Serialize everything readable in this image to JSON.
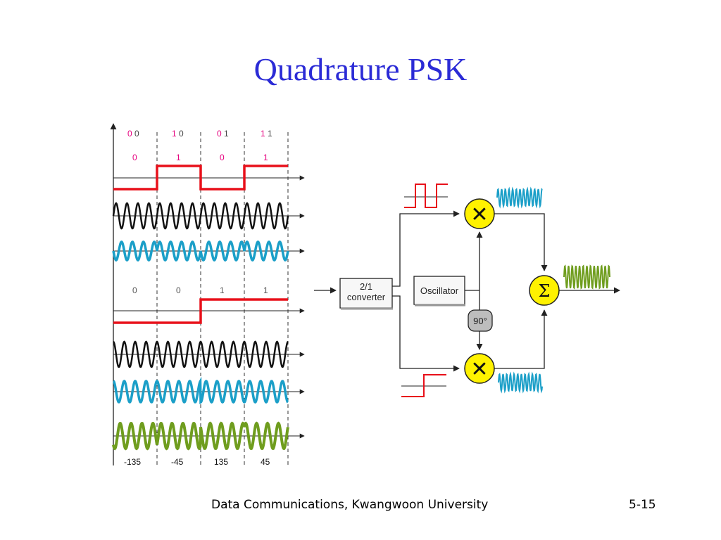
{
  "slide": {
    "title": "Quadrature PSK",
    "footer": "Data Communications, Kwangwoon University",
    "page": "5-15"
  },
  "waveform": {
    "dibits": [
      {
        "first": "0",
        "second": "0"
      },
      {
        "first": "1",
        "second": "0"
      },
      {
        "first": "0",
        "second": "1"
      },
      {
        "first": "1",
        "second": "1"
      }
    ],
    "i_bits": [
      "0",
      "1",
      "0",
      "1"
    ],
    "q_bits": [
      "0",
      "0",
      "1",
      "1"
    ],
    "phases": [
      "-135",
      "-45",
      "135",
      "45"
    ]
  },
  "block_diagram": {
    "converter_line1": "2/1",
    "converter_line2": "converter",
    "oscillator": "Oscillator",
    "phase_shift": "90°",
    "multiplier_symbol": "✕",
    "adder_symbol": "Σ"
  },
  "colors": {
    "title": "#2b2bd6",
    "bit_highlight": "#e6007e",
    "digital_signal": "#e8101a",
    "carrier_black": "#111111",
    "carrier_blue": "#1b9fc8",
    "output_green": "#6f9d1e",
    "mixer_fill": "#fff200",
    "shift_fill": "#bdbdbd"
  }
}
